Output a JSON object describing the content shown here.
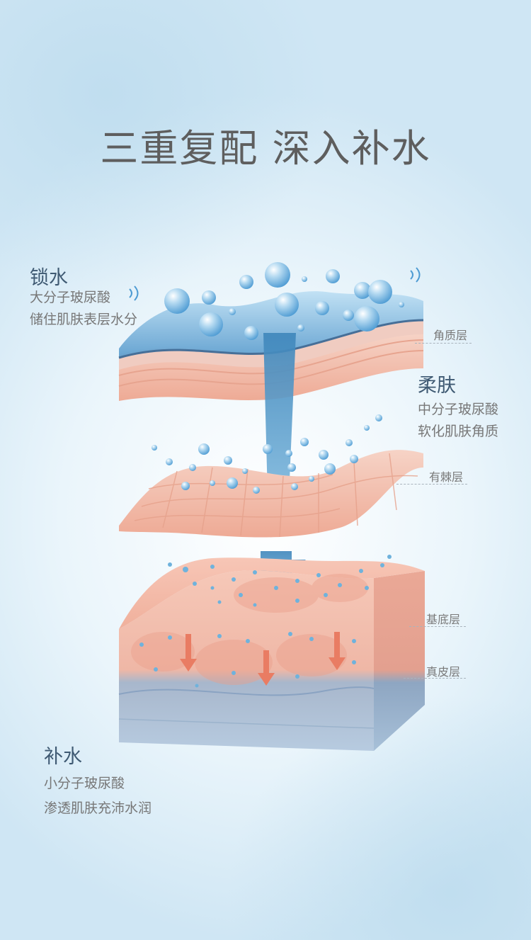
{
  "title": "三重复配 深入补水",
  "sections": {
    "lock": {
      "heading": "锁水",
      "lines": [
        "大分子玻尿酸",
        "储住肌肤表层水分"
      ]
    },
    "soften": {
      "heading": "柔肤",
      "lines": [
        "中分子玻尿酸",
        "软化肌肤角质"
      ]
    },
    "hydrate": {
      "heading": "补水",
      "lines": [
        "小分子玻尿酸",
        "渗透肌肤充沛水润"
      ]
    }
  },
  "layers": {
    "stratum_corneum": "角质层",
    "spinous": "有棘层",
    "basal": "基底层",
    "dermis": "真皮层"
  },
  "colors": {
    "title": "#5e5e5e",
    "heading": "#3f5a73",
    "water": "#6fb2dc",
    "skin": "#f3c3b3",
    "dermis": "#9fb7cf",
    "arrow": "#4a8fbf"
  }
}
